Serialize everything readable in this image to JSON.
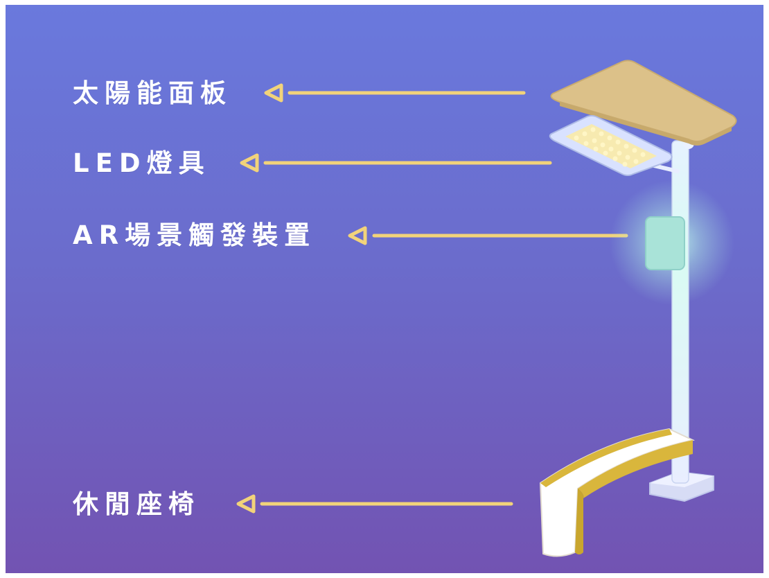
{
  "labels": {
    "solar_panel": "太陽能面板",
    "led_light": "LED燈具",
    "ar_trigger": "AR場景觸發裝置",
    "bench": "休閒座椅"
  },
  "colors": {
    "background_top": "#6a79dd",
    "background_bottom": "#7253b2",
    "pointer": "#f2d37a",
    "label_text": "#ffffff",
    "panel": "#dcc189",
    "bench_accent": "#d9b63c"
  }
}
